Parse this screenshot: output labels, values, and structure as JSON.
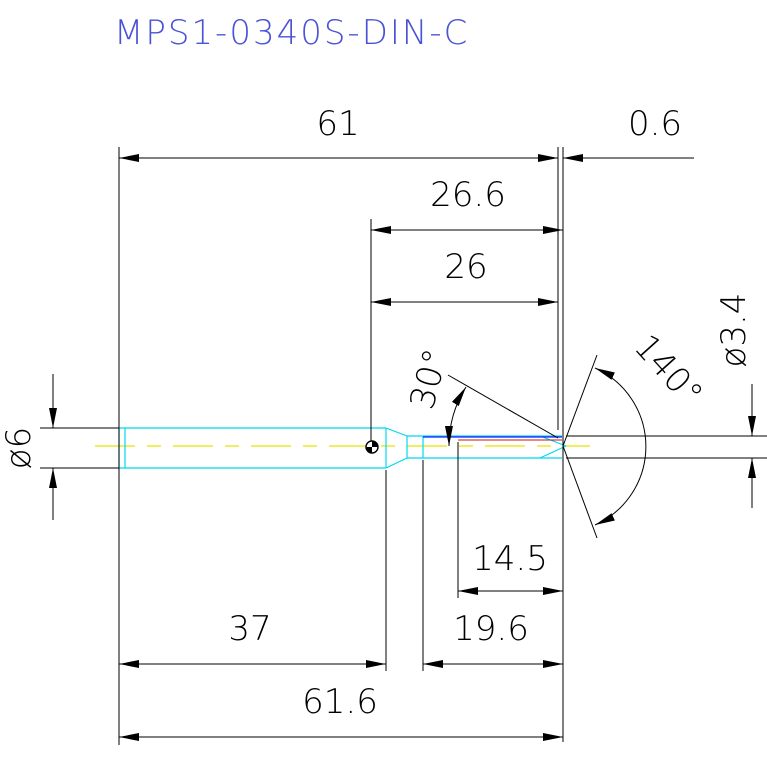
{
  "title": "MPS1-0340S-DIN-C",
  "dimensions": {
    "total_length_to_edge": "61",
    "tip_offset": "0.6",
    "length_26_6": "26.6",
    "length_26": "26",
    "shank_diameter": "ø6",
    "tip_diameter": "ø3.4",
    "taper_angle": "30°",
    "point_angle": "140°",
    "length_14_5": "14.5",
    "length_19_6": "19.6",
    "shank_length": "37",
    "overall_length": "61.6"
  },
  "colors": {
    "background": "#ffffff",
    "dimension": "#000000",
    "title": "#4a52d6",
    "outline": "#00d8f0",
    "centerline": "#e8e200",
    "section": "#1a1aff",
    "edge": "#c01818"
  }
}
